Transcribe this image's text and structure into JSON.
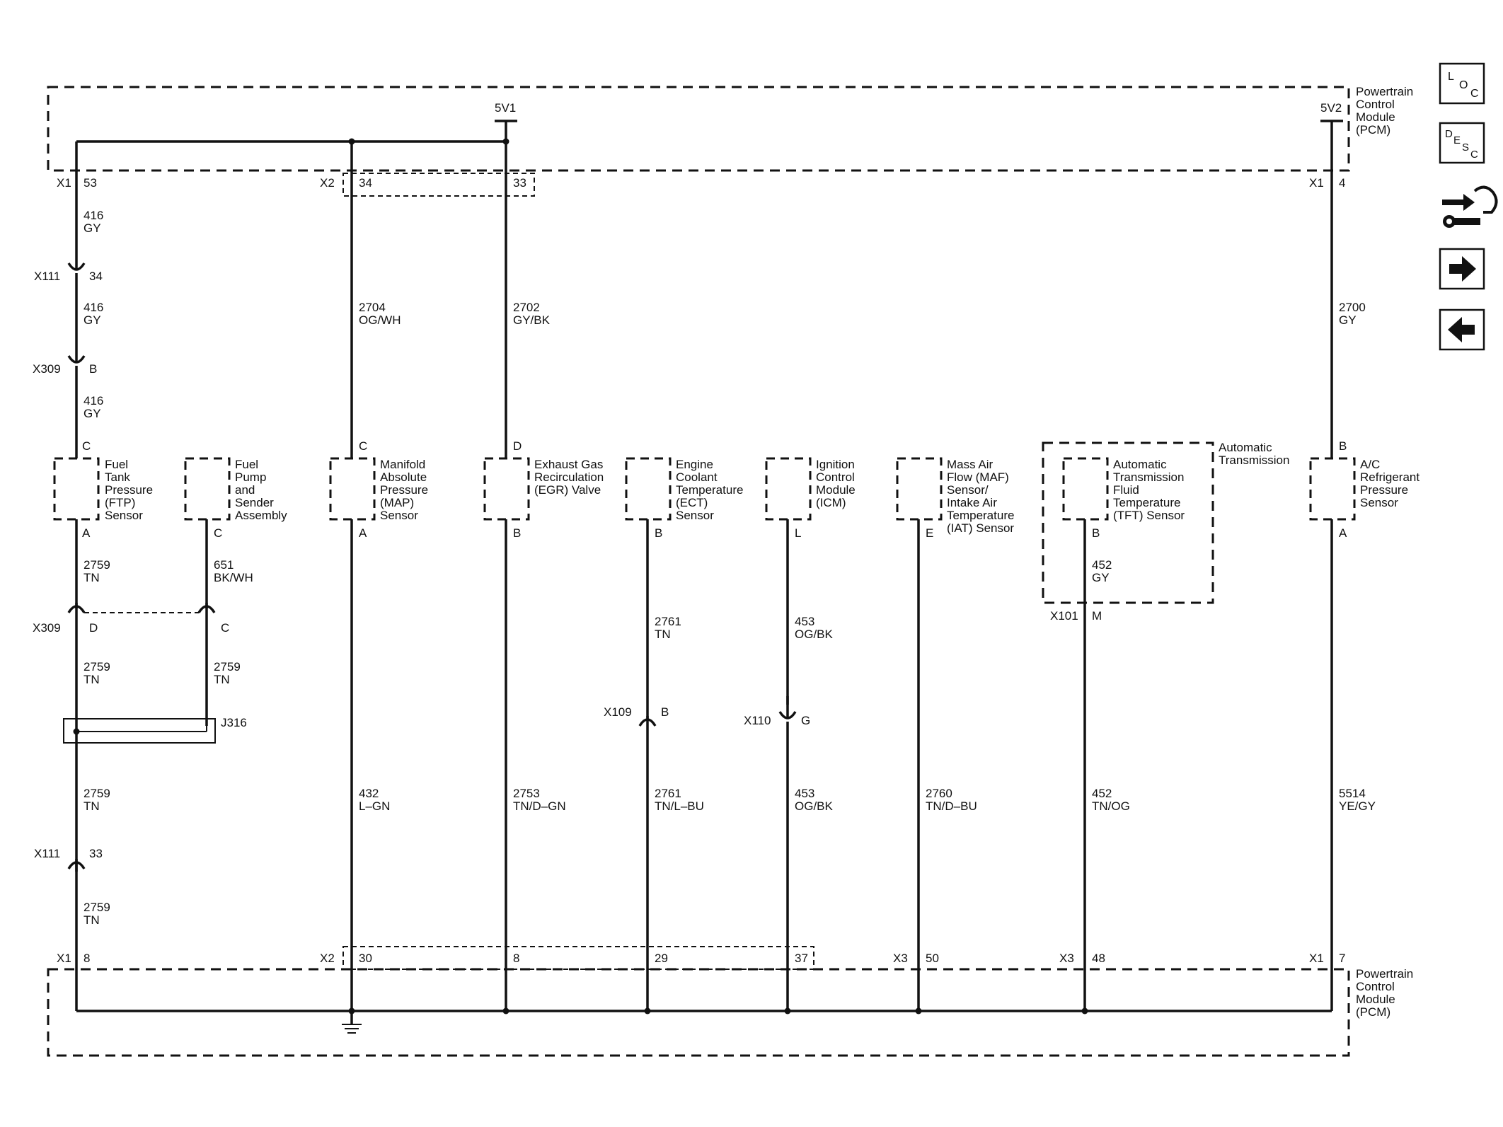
{
  "pcm_label": [
    "Powertrain",
    "Control",
    "Module",
    "(PCM)"
  ],
  "supply_labels": {
    "v1": "5V1",
    "v2": "5V2"
  },
  "pcm_top_pins": {
    "x1": "X1",
    "p53": "53",
    "x2": "X2",
    "p34": "34",
    "p33": "33",
    "x1b": "X1",
    "p4": "4"
  },
  "pcm_bottom_pins": {
    "x1": "X1",
    "p8a": "8",
    "x2": "X2",
    "p30": "30",
    "p8b": "8",
    "p29": "29",
    "p37": "37",
    "x3a": "X3",
    "p50": "50",
    "x3b": "X3",
    "p48": "48",
    "x1b": "X1",
    "p7": "7"
  },
  "connectors": {
    "x111": "X111",
    "x111_top_pin": "34",
    "x111_bot_pin": "33",
    "x309": "X309",
    "x309_b": "B",
    "x309_d": "D",
    "x309_c": "C",
    "j316": "J316",
    "x109": "X109",
    "x109_pin": "B",
    "x110": "X110",
    "x110_pin": "G",
    "x101": "X101",
    "x101_pin": "M"
  },
  "wires": {
    "w416a": [
      "416",
      "GY"
    ],
    "w416b": [
      "416",
      "GY"
    ],
    "w416c": [
      "416",
      "GY"
    ],
    "w2704": [
      "2704",
      "OG/WH"
    ],
    "w2702": [
      "2702",
      "GY/BK"
    ],
    "w2700": [
      "2700",
      "GY"
    ],
    "w2759a": [
      "2759",
      "TN"
    ],
    "w651": [
      "651",
      "BK/WH"
    ],
    "w2759b": [
      "2759",
      "TN"
    ],
    "w2759c": [
      "2759",
      "TN"
    ],
    "w2759d": [
      "2759",
      "TN"
    ],
    "w2759e": [
      "2759",
      "TN"
    ],
    "w432": [
      "432",
      "L–GN"
    ],
    "w2753": [
      "2753",
      "TN/D–GN"
    ],
    "w2761a": [
      "2761",
      "TN"
    ],
    "w2761b": [
      "2761",
      "TN/L–BU"
    ],
    "w453a": [
      "453",
      "OG/BK"
    ],
    "w453b": [
      "453",
      "OG/BK"
    ],
    "w2760": [
      "2760",
      "TN/D–BU"
    ],
    "w452a": [
      "452",
      "GY"
    ],
    "w452b": [
      "452",
      "TN/OG"
    ],
    "w5514": [
      "5514",
      "YE/GY"
    ]
  },
  "components": {
    "ftp": {
      "lines": [
        "Fuel",
        "Tank",
        "Pressure",
        "(FTP)",
        "Sensor"
      ],
      "top_pin": "C",
      "bot_pin": "A"
    },
    "fuel_pump": {
      "lines": [
        "Fuel",
        "Pump",
        "and",
        "Sender",
        "Assembly"
      ],
      "bot_pin": "C"
    },
    "map": {
      "lines": [
        "Manifold",
        "Absolute",
        "Pressure",
        "(MAP)",
        "Sensor"
      ],
      "top_pin": "C",
      "bot_pin": "A"
    },
    "egr": {
      "lines": [
        "Exhaust Gas",
        "Recirculation",
        "(EGR) Valve"
      ],
      "top_pin": "D",
      "bot_pin": "B"
    },
    "ect": {
      "lines": [
        "Engine",
        "Coolant",
        "Temperature",
        "(ECT)",
        "Sensor"
      ],
      "bot_pin": "B"
    },
    "icm": {
      "lines": [
        "Ignition",
        "Control",
        "Module",
        "(ICM)"
      ],
      "bot_pin": "L"
    },
    "maf": {
      "lines": [
        "Mass Air",
        "Flow (MAF)",
        "Sensor/",
        "Intake Air",
        "Temperature",
        "(IAT) Sensor"
      ],
      "bot_pin": "E"
    },
    "tft": {
      "lines": [
        "Automatic",
        "Transmission",
        "Fluid",
        "Temperature",
        "(TFT) Sensor"
      ],
      "bot_pin": "B"
    },
    "trans": {
      "lines": [
        "Automatic",
        "Transmission"
      ]
    },
    "ac": {
      "lines": [
        "A/C",
        "Refrigerant",
        "Pressure",
        "Sensor"
      ],
      "top_pin": "B",
      "bot_pin": "A"
    }
  },
  "nav": {
    "loc": [
      "L",
      "O",
      "C"
    ],
    "desc": [
      "D",
      "E",
      "S",
      "C"
    ]
  }
}
